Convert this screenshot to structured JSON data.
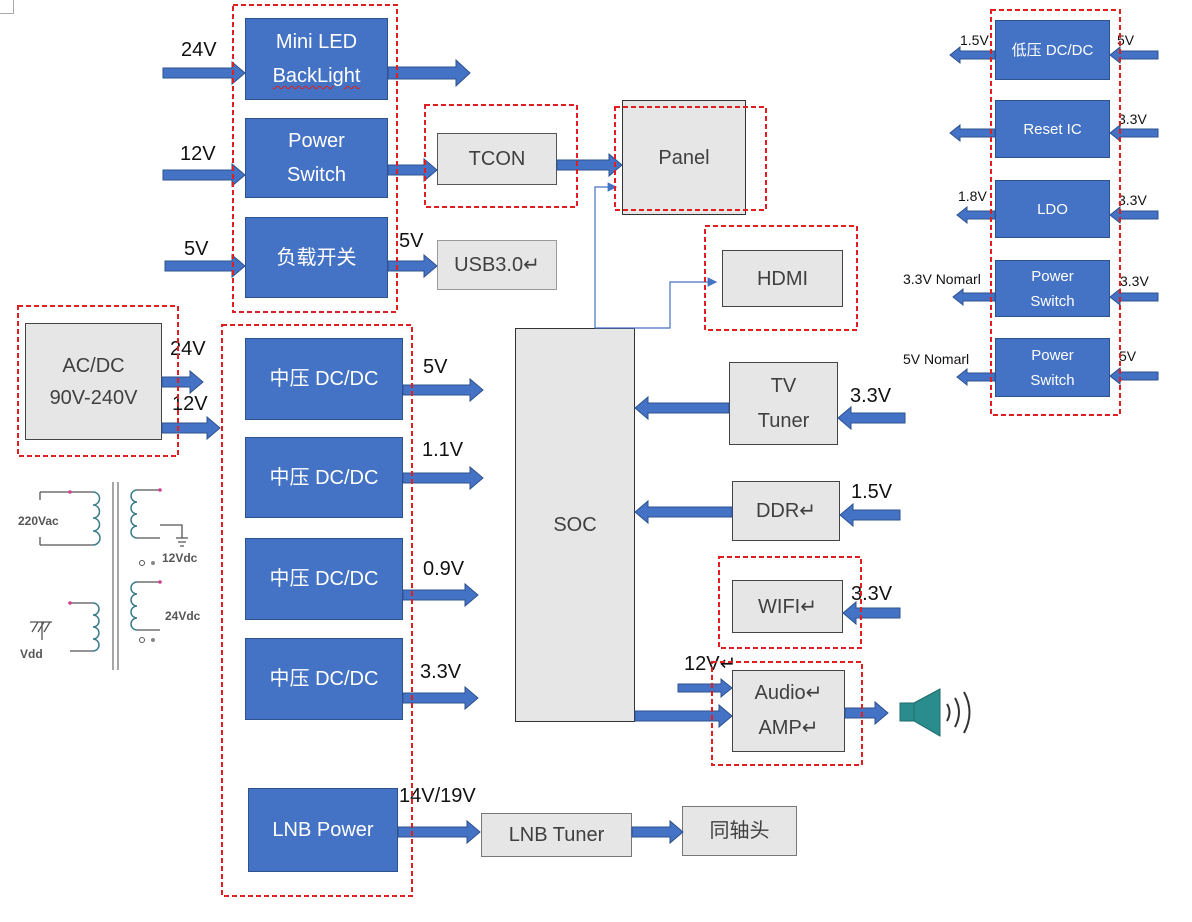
{
  "colors": {
    "block_fill": "#4472c4",
    "block_border": "#2f528f",
    "gray_fill": "#e7e6e6",
    "highlight": "#e02020",
    "speaker": "#2a8c8c"
  },
  "icons": {
    "speaker": "speaker-icon"
  },
  "power_group": {
    "backlight": {
      "line1": "Mini LED",
      "line2": "BackLight",
      "input": "24V"
    },
    "power_switch": {
      "line1": "Power",
      "line2": "Switch",
      "input": "12V"
    },
    "load_switch": {
      "label": "负载开关",
      "input": "5V",
      "output": "5V"
    }
  },
  "tcon": "TCON",
  "panel": "Panel",
  "usb": "USB3.0↵",
  "hdmi": "HDMI",
  "acdc": {
    "line1": "AC/DC",
    "line2": "90V-240V",
    "out_24": "24V",
    "out_12": "12V"
  },
  "transformer": {
    "primary": "220Vac",
    "sec1": "12Vdc",
    "sec2": "24Vdc",
    "aux": "Vdd"
  },
  "dcdc": [
    {
      "label": "中压 DC/DC",
      "output": "5V"
    },
    {
      "label": "中压 DC/DC",
      "output": "1.1V"
    },
    {
      "label": "中压 DC/DC",
      "output": "0.9V"
    },
    {
      "label": "中压 DC/DC",
      "output": "3.3V"
    }
  ],
  "lnb_power": {
    "label": "LNB Power",
    "output": "14V/19V"
  },
  "soc": "SOC",
  "tv_tuner": {
    "line1": "TV",
    "line2": "Tuner",
    "input": "3.3V"
  },
  "ddr": {
    "label": "DDR↵",
    "input": "1.5V"
  },
  "wifi": {
    "label": "WIFI↵",
    "input": "3.3V"
  },
  "audio_amp": {
    "line1": "Audio↵",
    "line2": "AMP↵",
    "input": "12V↵"
  },
  "lnb_tuner": "LNB Tuner",
  "coax": "同轴头",
  "aux_rail": [
    {
      "label": "低压 DC/DC",
      "input": "5V",
      "output": "1.5V"
    },
    {
      "label": "Reset IC",
      "input": "3.3V"
    },
    {
      "label": "LDO",
      "input": "3.3V",
      "output": "1.8V"
    },
    {
      "label_lines": [
        "Power",
        "Switch"
      ],
      "input": "3.3V",
      "output": "3.3V Nomarl"
    },
    {
      "label_lines": [
        "Power",
        "Switch"
      ],
      "input": "5V",
      "output": "5V Nomarl"
    }
  ]
}
